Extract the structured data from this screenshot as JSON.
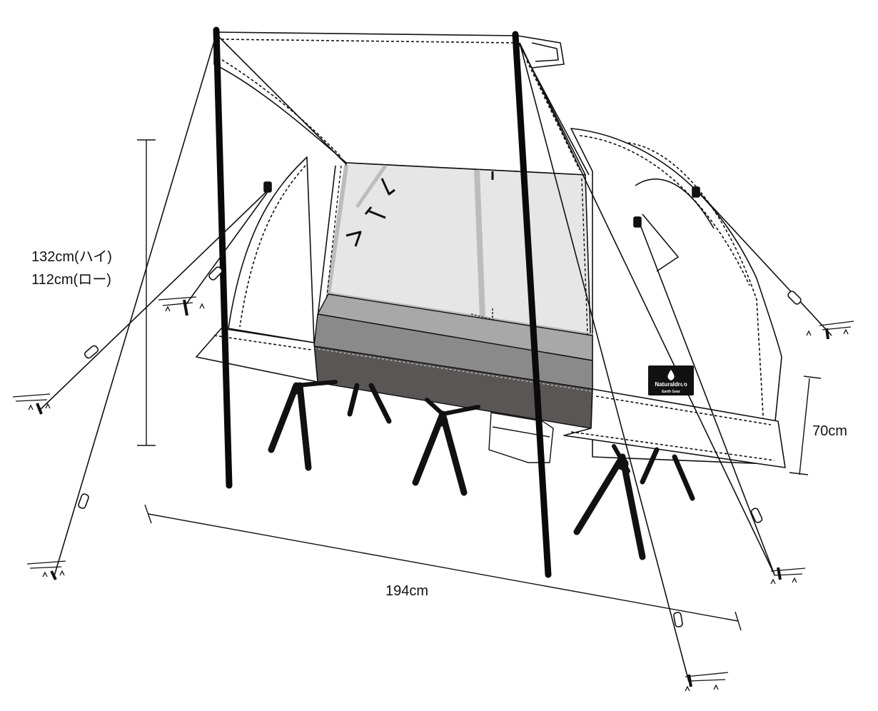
{
  "dimensions": {
    "height_high": "132cm(ハイ)",
    "height_low": "112cm(ロー)",
    "cot_height": "70cm",
    "length": "194cm"
  },
  "brand": {
    "name": "Naturaldrop",
    "sub": "Earth Gear"
  },
  "colors": {
    "line": "#111111",
    "pole": "#0a0a0a",
    "fabric": "#ffffff",
    "mesh": "#e2e2e2",
    "floor_light": "#8a8a8a",
    "floor_dark": "#555555",
    "frame": "#bcbcbc"
  }
}
